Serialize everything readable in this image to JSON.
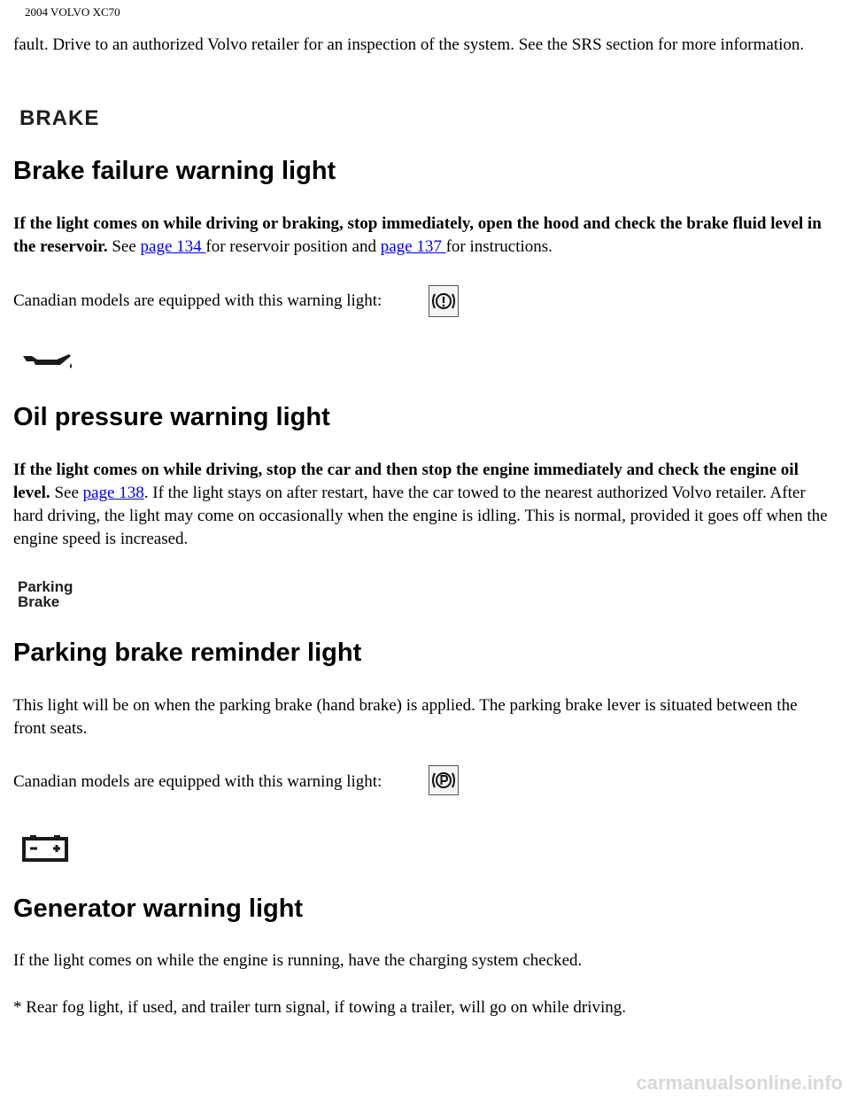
{
  "header": {
    "title": "2004 VOLVO XC70"
  },
  "intro": {
    "text": "fault. Drive to an authorized Volvo retailer for an inspection of the system. See the SRS section for more information."
  },
  "brake": {
    "icon_label": "BRAKE",
    "icon": "brake-text-icon",
    "title": "Brake failure warning light",
    "bold": "If the light comes on while driving or braking, stop immediately, open the hood and check the brake fluid level in the reservoir.",
    "see": " See ",
    "link1": "page 134 ",
    "mid": "for reservoir position and ",
    "link2": "page 137 ",
    "end": "for instructions.",
    "canadian": "Canadian models are equipped with this warning light:",
    "canadian_icon": "circle-exclamation-brake-icon"
  },
  "oil": {
    "icon": "oil-can-icon",
    "title": "Oil pressure warning light",
    "bold": "If the light comes on while driving, stop the car and then stop the engine immediately and check the engine oil level.",
    "see": " See ",
    "link": "page 138",
    "rest": ". If the light stays on after restart, have the car towed to the nearest authorized Volvo retailer. After hard driving, the light may come on occasionally when the engine is idling. This is normal, provided it goes off when the engine speed is increased."
  },
  "parking": {
    "icon_line1": "Parking",
    "icon_line2": "Brake",
    "icon": "parking-brake-text-icon",
    "title": "Parking brake reminder light",
    "text": "This light will be on when the parking brake (hand brake) is applied. The parking brake lever is situated between the front seats.",
    "canadian": "Canadian models are equipped with this warning light:",
    "canadian_icon": "circle-p-icon"
  },
  "generator": {
    "icon": "battery-icon",
    "title": "Generator warning light",
    "text": "If the light comes on while the engine is running, have the charging system checked."
  },
  "footnote": {
    "text": "* Rear fog light, if used, and trailer turn signal, if towing a trailer, will go on while driving."
  },
  "watermark": {
    "text": "carmanualsonline.info"
  }
}
